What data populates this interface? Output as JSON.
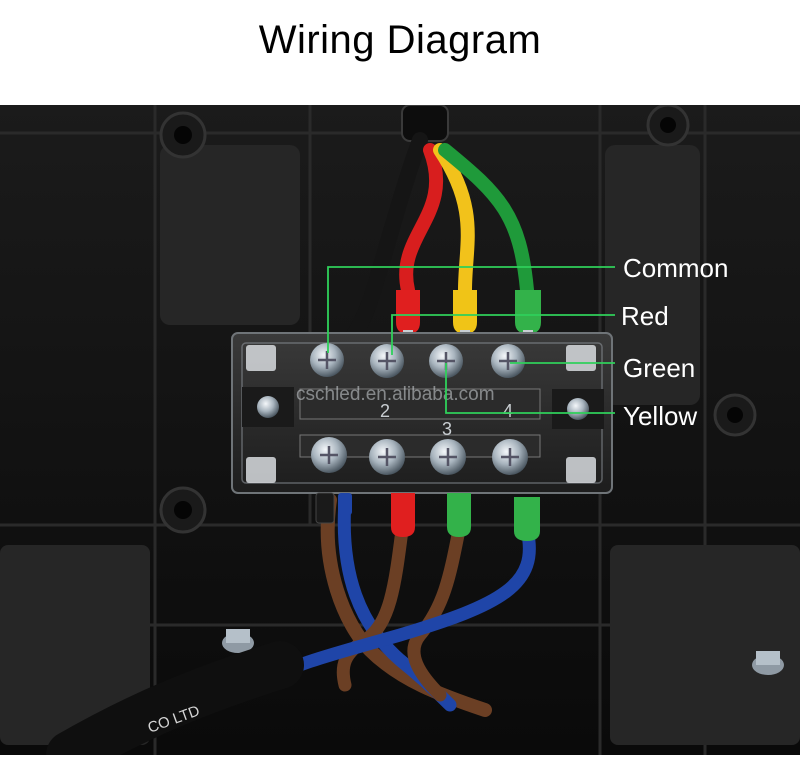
{
  "title": "Wiring Diagram",
  "labels": {
    "common": "Common",
    "red": "Red",
    "green": "Green",
    "yellow": "Yellow"
  },
  "terminal_numbers": [
    "2",
    "3",
    "4"
  ],
  "watermark": "cschled.en.alibaba.com",
  "cable_print": "CO LTD",
  "colors": {
    "leader_line": "#2fd05a",
    "wire_black": "#151515",
    "wire_red": "#d81e1e",
    "wire_yellow": "#f2c21b",
    "wire_green": "#1f9a3a",
    "wire_brown": "#6b3f24",
    "wire_blue": "#1f45a8"
  }
}
